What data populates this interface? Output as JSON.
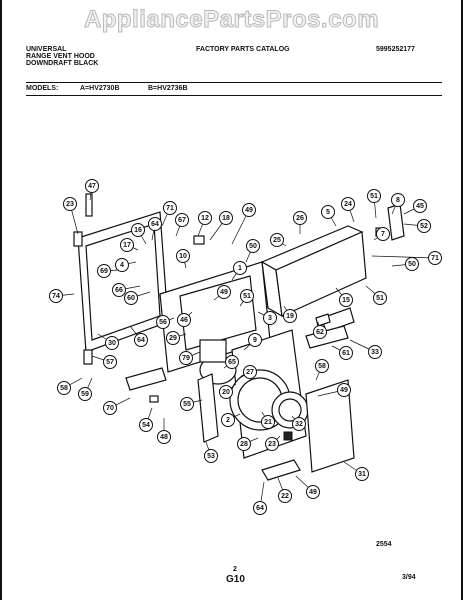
{
  "watermark": "AppliancePartsPros.com",
  "header": {
    "brand_line1": "UNIVERSAL",
    "brand_line2": "RANGE VENT HOOD",
    "brand_line3": "DOWNDRAFT BLACK",
    "catalog_title": "FACTORY PARTS CATALOG",
    "catalog_number": "5995252177"
  },
  "models": {
    "label": "MODELS:",
    "model_a": "A=HV2730B",
    "model_b": "B=HV2736B"
  },
  "footer": {
    "diagram_number": "2554",
    "page_number": "2",
    "page_code": "G10",
    "date": "3/94"
  },
  "callouts": [
    "47",
    "23",
    "71",
    "67",
    "12",
    "18",
    "49",
    "26",
    "5",
    "24",
    "51",
    "8",
    "45",
    "52",
    "64",
    "16",
    "17",
    "4",
    "69",
    "10",
    "50",
    "25",
    "7",
    "71",
    "1",
    "50",
    "74",
    "66",
    "60",
    "49",
    "51",
    "15",
    "51",
    "3",
    "19",
    "62",
    "56",
    "46",
    "29",
    "9",
    "30",
    "64",
    "79",
    "65",
    "33",
    "61",
    "57",
    "58",
    "58",
    "59",
    "27",
    "20",
    "49",
    "70",
    "55",
    "54",
    "48",
    "2",
    "21",
    "32",
    "31",
    "28",
    "23",
    "53",
    "22",
    "49",
    "64"
  ]
}
